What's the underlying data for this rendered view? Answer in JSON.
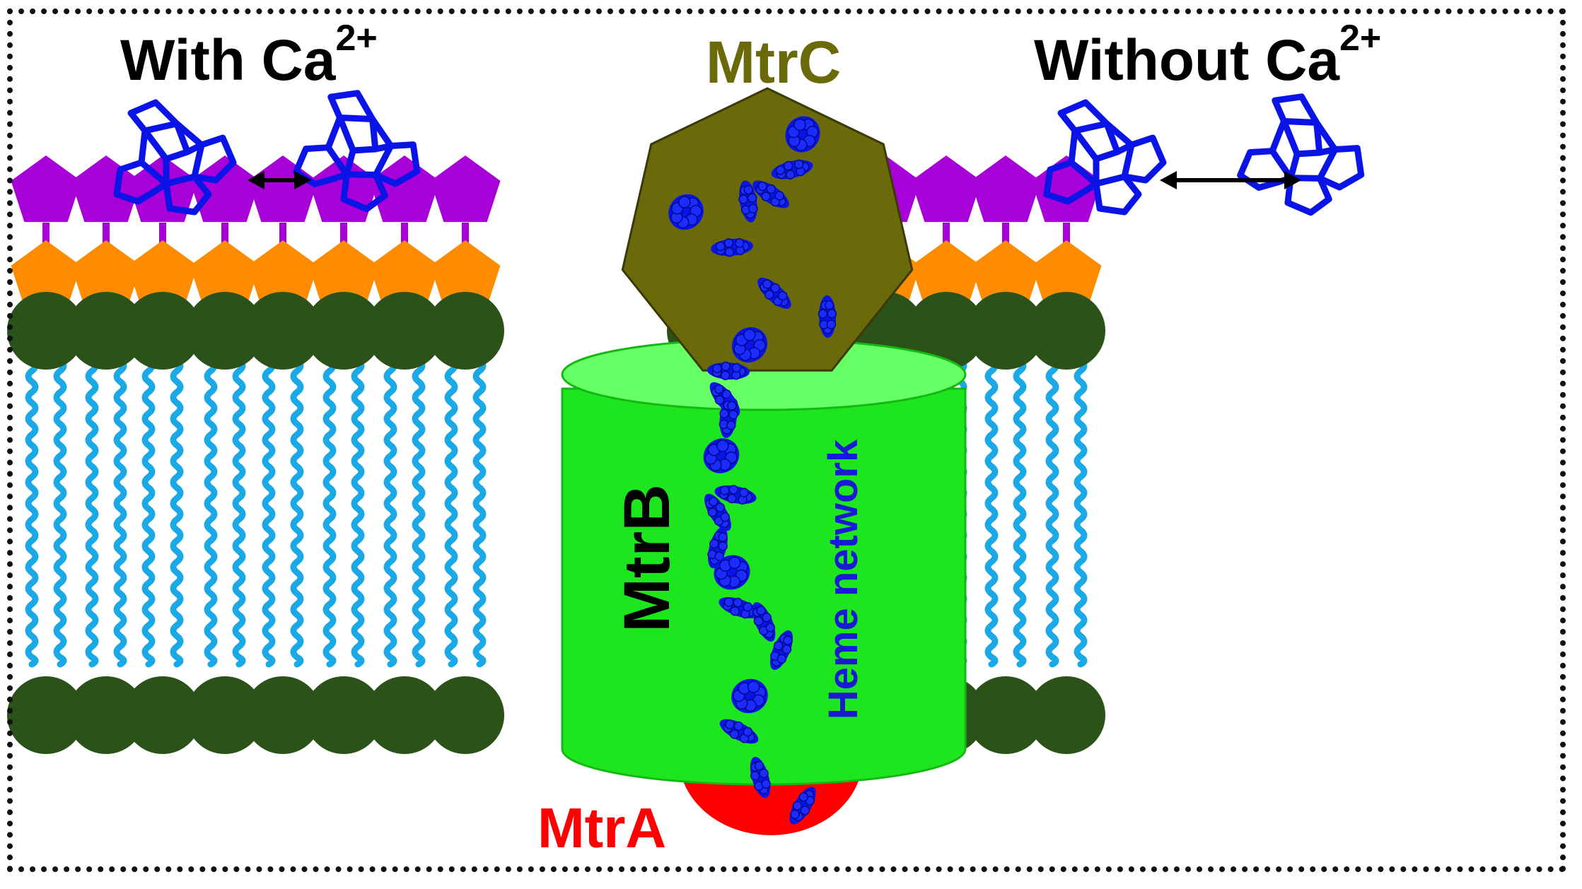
{
  "left_condition": {
    "text": "With Ca",
    "superscript": "2+"
  },
  "right_condition": {
    "text": "Without Ca",
    "superscript": "2+"
  },
  "protein_labels": {
    "mtrc": "MtrC",
    "mtrb": "MtrB",
    "mtra": "MtrA",
    "heme_network": "Heme network"
  },
  "colors": {
    "mtrc": "#6b6a0b",
    "mtrc_label": "#6b6a0b",
    "mtrb_body": "#1ee61e",
    "mtrb_top": "#66ff66",
    "mtra": "#ff0000",
    "heme": "#0a14e6",
    "heme_label": "#1a1ad6",
    "sugar_outer": "#a800d8",
    "sugar_inner": "#ff8c00",
    "lipid_head": "#2b5218",
    "lipid_tail": "#1aa8e6",
    "frame": "#111111"
  },
  "icons": {
    "heme_cluster": "porphyrin-ring-icon",
    "interaction_arrow": "double-headed-arrow-icon"
  }
}
